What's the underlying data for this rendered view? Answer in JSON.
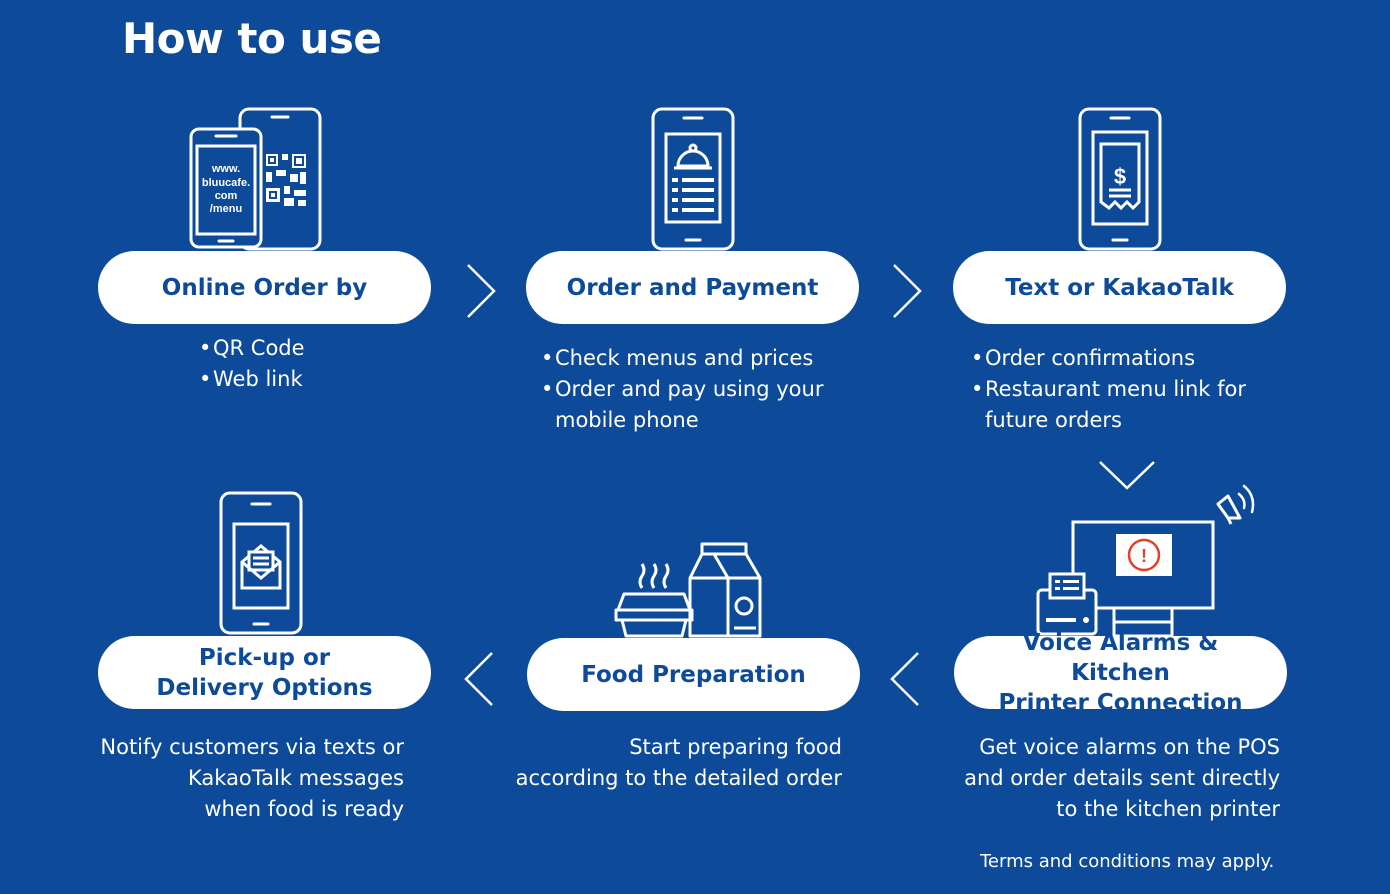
{
  "header": {
    "title": "How to use"
  },
  "steps": {
    "s1": {
      "title": "Online Order by",
      "bullets": [
        "QR Code",
        "Web link"
      ],
      "screen_text": [
        "www.",
        "bluucafe.",
        "com",
        "/menu"
      ]
    },
    "s2": {
      "title": "Order and Payment",
      "bullets": [
        "Check menus and prices",
        "Order and pay using your mobile phone"
      ]
    },
    "s3": {
      "title": "Text or KakaoTalk",
      "bullets": [
        "Order confirmations",
        "Restaurant menu link for future orders"
      ],
      "receipt_symbol": "$"
    },
    "s4": {
      "title_lines": [
        "Voice Alarms & Kitchen",
        "Printer Connection"
      ],
      "desc_lines": [
        "Get voice alarms on the POS",
        "and order details sent directly",
        "to the kitchen printer"
      ],
      "alert_symbol": "!"
    },
    "s5": {
      "title": "Food Preparation",
      "desc_lines": [
        "Start preparing food",
        "according to the detailed order"
      ]
    },
    "s6": {
      "title_lines": [
        "Pick-up or",
        "Delivery Options"
      ],
      "desc_lines": [
        "Notify customers via texts or",
        "KakaoTalk messages",
        "when food is ready"
      ]
    }
  },
  "footer": {
    "terms": "Terms and conditions may apply."
  },
  "colors": {
    "background": "#0d4b9a",
    "pill": "#ffffff",
    "alert": "#e2402b"
  }
}
